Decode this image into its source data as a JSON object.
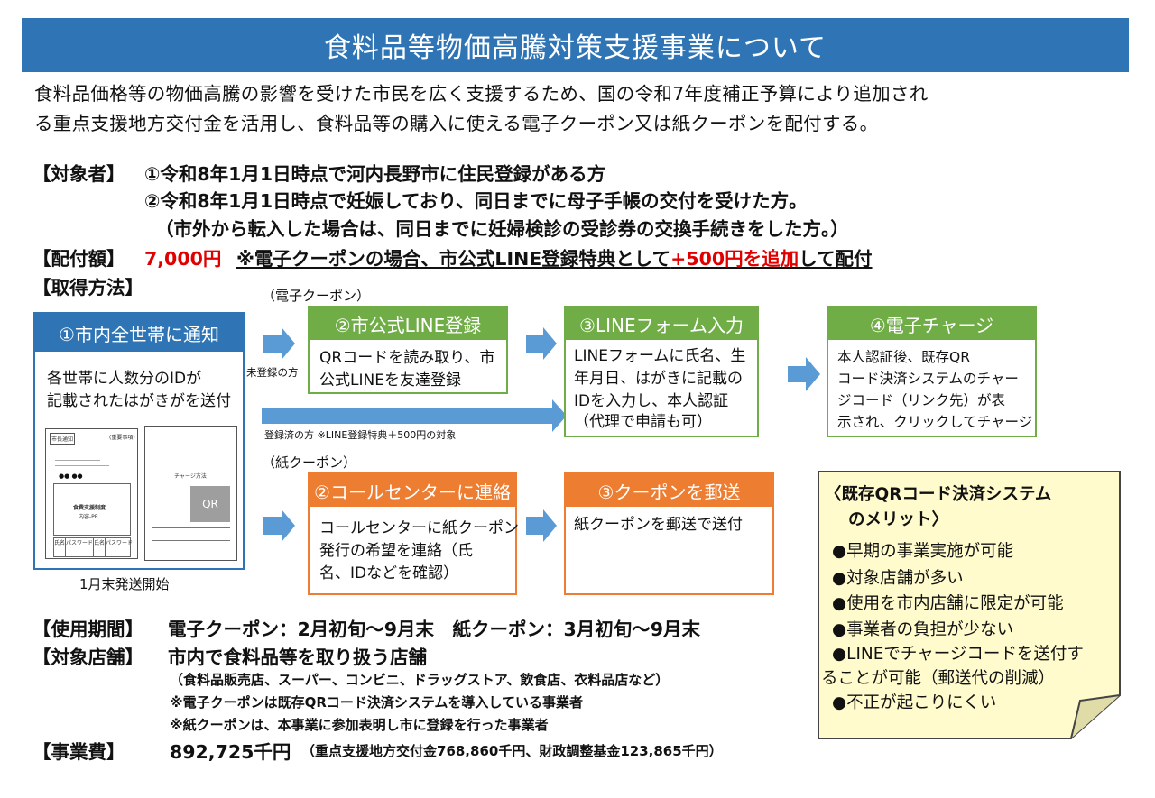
{
  "title": "食料品等物価高騰対策支援事業について",
  "intro": {
    "line1": "食料品価格等の物価高騰の影響を受けた市民を広く支援するため、国の令和7年度補正予算により追加され",
    "line2": "る重点支援地方交付金を活用し、食料品等の購入に使える電子クーポン又は紙クーポンを配付する。"
  },
  "target": {
    "label": "【対象者】",
    "item1": "①令和8年1月1日時点で河内長野市に住民登録がある方",
    "item2": "②令和8年1月1日時点で妊娠しており、同日までに母子手帳の交付を受けた方。",
    "item3": "（市外から転入した場合は、同日までに妊婦検診の受診券の交換手続きをした方。）"
  },
  "amount": {
    "label": "【配付額】",
    "value": "7,000円",
    "note_pre": "※電子クーポンの場合、市公式LINE登録特典として",
    "note_red": "+500円を追加",
    "note_post": "して配付"
  },
  "method": {
    "label": "【取得方法】"
  },
  "flow": {
    "electronic_label": "（電子クーポン）",
    "paper_label": "（紙クーポン）",
    "unregistered": "未登録の方",
    "registered": "登録済の方 ※LINE登録特典＋500円の対象",
    "step1": {
      "title": "①市内全世帯に通知",
      "line1": "各世帯に人数分のIDが",
      "line2": "記載されたはがきがを送付",
      "caption": "1月末発送開始",
      "card_left_tag": "市長通知",
      "card_left_top": "(重要事項)",
      "card_left_title": "食費支援制度",
      "card_left_sub": "内容-PR",
      "card_left_table": [
        "氏名",
        "パスワード",
        "氏名",
        "パスワード"
      ],
      "card_right_title": "チャージ方法",
      "card_right_qr": "QR"
    },
    "e_step2": {
      "title": "②市公式LINE登録",
      "line1": "QRコードを読み取り、市",
      "line2": "公式LINEを友達登録"
    },
    "e_step3": {
      "title": "③LINEフォーム入力",
      "line1": "LINEフォームに氏名、生",
      "line2": "年月日、はがきに記載の",
      "line3": "IDを入力し、本人認証",
      "line4": "（代理で申請も可）"
    },
    "e_step4": {
      "title": "④電子チャージ",
      "line1": "本人認証後、既存QR",
      "line2": "コード決済システムのチャー",
      "line3": "ジコード（リンク先）が表",
      "line4": "示され、クリックしてチャージ"
    },
    "p_step2": {
      "title": "②コールセンターに連絡",
      "line1": "コールセンターに紙クーポン",
      "line2": "発行の希望を連絡（氏",
      "line3": "名、IDなどを確認）"
    },
    "p_step3": {
      "title": "③クーポンを郵送",
      "line1": "紙クーポンを郵送で送付"
    }
  },
  "period": {
    "label": "【使用期間】",
    "value": "電子クーポン：2月初旬～9月末　紙クーポン：3月初旬～9月末"
  },
  "stores": {
    "label": "【対象店舗】",
    "value": "市内で食料品等を取り扱う店舗",
    "note1": "（食料品販売店、スーパー、コンビニ、ドラッグストア、飲食店、衣料品店など）",
    "note2": "※電子クーポンは既存QRコード決済システムを導入している事業者",
    "note3": "※紙クーポンは、本事業に参加表明し市に登録を行った事業者"
  },
  "cost": {
    "label": "【事業費】",
    "value": "892,725千円",
    "detail": "（重点支援地方交付金768,860千円、財政調整基金123,865千円）"
  },
  "merits": {
    "title1": "〈既存QRコード決済システム",
    "title2": "のメリット〉",
    "items": [
      "●早期の事業実施が可能",
      "●対象店舗が多い",
      "●使用を市内店舗に限定が可能",
      "●事業者の負担が少ない",
      "●LINEでチャージコードを送付す",
      "ることが可能（郵送代の削減）",
      "●不正が起こりにくい"
    ]
  },
  "colors": {
    "title_blue": "#2f75b5",
    "green": "#70ad47",
    "orange": "#ed7d31",
    "arrow": "#5b9bd5",
    "note_bg": "#fffbcc",
    "red": "#e00000"
  }
}
